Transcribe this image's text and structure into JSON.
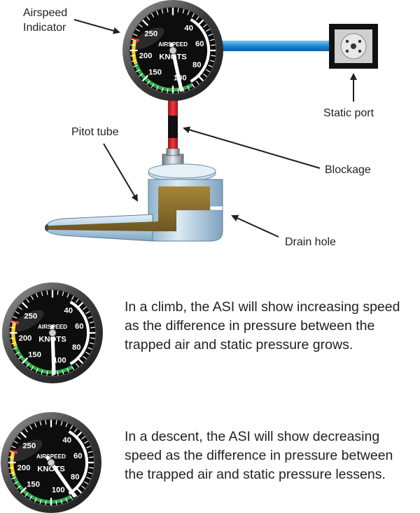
{
  "labels": {
    "airspeed_indicator_line1": "Airspeed",
    "airspeed_indicator_line2": "Indicator",
    "static_port": "Static port",
    "pitot_tube": "Pitot tube",
    "blockage": "Blockage",
    "drain_hole": "Drain hole"
  },
  "gauge": {
    "title": "AIRSPEED",
    "units": "KNOTS",
    "scale": [
      "40",
      "60",
      "80",
      "100",
      "150",
      "200",
      "250"
    ]
  },
  "captions": {
    "climb": "In a climb, the ASI will show increasing speed as the difference in pressure between the trapped air and static pressure grows.",
    "descent": "In a descent, the ASI will show decreasing speed as the difference in pressure between the trapped air and static pressure lessens."
  },
  "colors": {
    "static_line": "#1e88d6",
    "pitot_line": "#d8232a",
    "blockage": "#111111",
    "pitot_body": "#a8c8e0",
    "trapped_air": "#8b6f2e",
    "arc_white": "#ffffff",
    "arc_green": "#2eab4a",
    "arc_yellow": "#f2d11c",
    "redline": "#e02020"
  }
}
